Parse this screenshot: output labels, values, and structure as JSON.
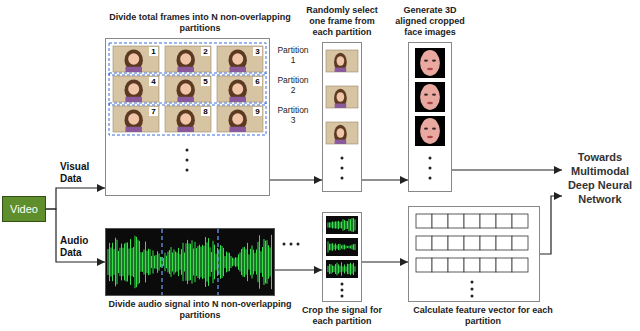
{
  "diagram": {
    "nodes": [
      {
        "text": [
          "Video"
        ]
      },
      {
        "text": [
          "Divide total frames into N non-overlapping partitions"
        ]
      },
      {
        "text": [
          "Randomly select one frame from each partition"
        ]
      },
      {
        "text": [
          "Generate 3D aligned cropped face images"
        ]
      },
      {
        "text": [
          "Divide audio signal into N non-overlapping partitions"
        ]
      },
      {
        "text": [
          "Crop the signal for each partition"
        ]
      },
      {
        "text": [
          "Calculate feature vector for each partition"
        ]
      },
      {
        "text": [
          "Towards Multimodal Deep Neural Network"
        ]
      }
    ],
    "edges": [
      {
        "from": 0,
        "to": 1,
        "label": "Visual Data",
        "arrow": "to"
      },
      {
        "from": 0,
        "to": 4,
        "label": "Audio Data",
        "arrow": "to"
      },
      {
        "from": 1,
        "to": 2,
        "arrow": "to"
      },
      {
        "from": 2,
        "to": 3,
        "arrow": "to"
      },
      {
        "from": 3,
        "to": 7,
        "arrow": "to"
      },
      {
        "from": 4,
        "to": 5,
        "arrow": "to"
      },
      {
        "from": 5,
        "to": 6,
        "arrow": "to"
      },
      {
        "from": 6,
        "to": 7,
        "arrow": "to"
      }
    ],
    "labels": [
      "1",
      "2",
      "3",
      "Partition 1",
      "4",
      "5",
      "6",
      "Partition 2",
      "7",
      "8",
      "9",
      "Partition 3"
    ]
  }
}
